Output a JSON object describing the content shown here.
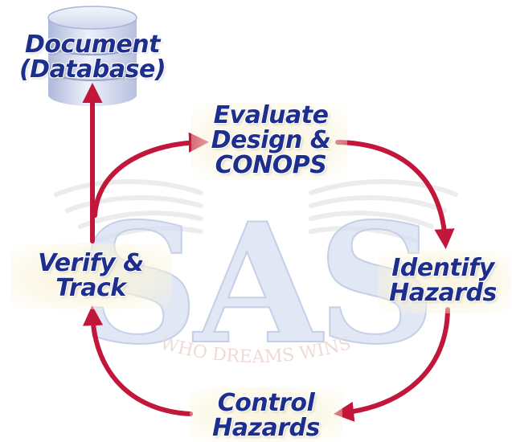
{
  "watermark": {
    "letters": "SAS",
    "motto": "WHO DREAMS WINS",
    "colors": {
      "letters": "#d7dff0",
      "wings": "#ececec",
      "motto": "#f0dad6"
    }
  },
  "nodes": {
    "document": [
      "Document",
      "(Database)"
    ],
    "evaluate": [
      "Evaluate",
      "Design &",
      "CONOPS"
    ],
    "identify": [
      "Identify",
      "Hazards"
    ],
    "control": [
      "Control",
      "Hazards"
    ],
    "verify": [
      "Verify &",
      "Track"
    ]
  },
  "database_icon": "database-cylinder-icon",
  "colors": {
    "label_text": "#1e2e8c",
    "arrow": "#c2163a",
    "database_body": "#c9d2ea"
  }
}
